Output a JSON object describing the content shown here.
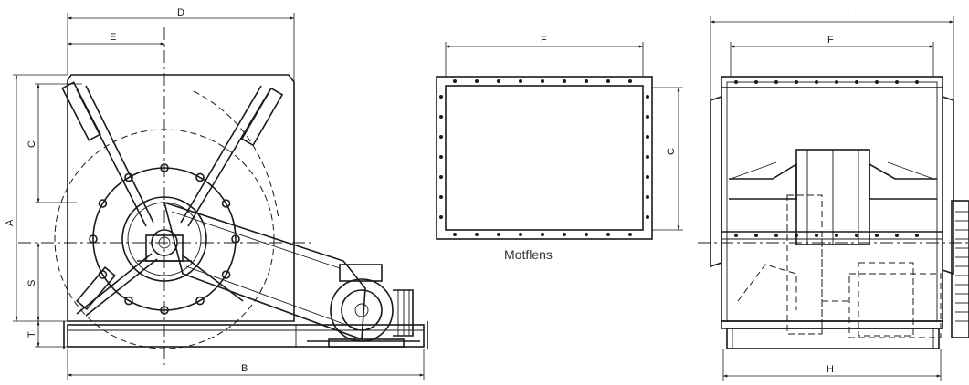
{
  "dimensions": {
    "A": "A",
    "B": "B",
    "C": "C",
    "D": "D",
    "E": "E",
    "F": "F",
    "H": "H",
    "I": "I",
    "S": "S",
    "T": "T"
  },
  "caption": "Motflens",
  "colors": {
    "line": "#1a1a1a",
    "background": "#ffffff"
  }
}
